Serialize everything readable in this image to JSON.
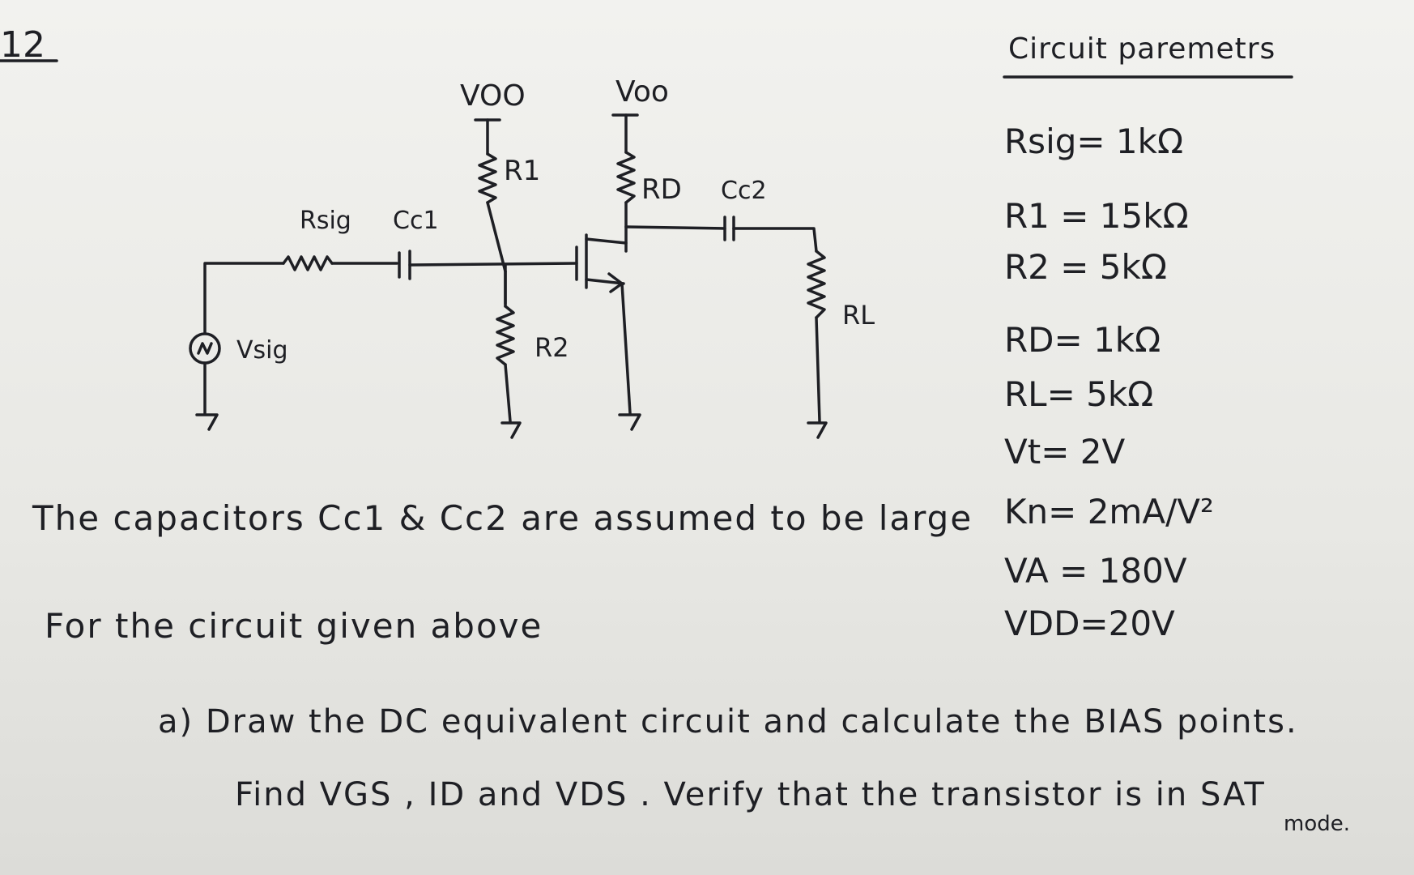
{
  "problem_number": "12",
  "circuit": {
    "vdd_left": "VOO",
    "vdd_right": "Voo",
    "r1": "R1",
    "rd": "RD",
    "cc2": "Cc2",
    "rsig": "Rsig",
    "cc1": "Cc1",
    "r2": "R2",
    "rl": "RL",
    "vsig": "Vsig"
  },
  "parameters": {
    "title": "Circuit paremetrs",
    "items": [
      "Rsig= 1kΩ",
      "R1 = 15kΩ",
      "R2 = 5kΩ",
      "RD= 1kΩ",
      "RL= 5kΩ",
      "Vt= 2V",
      "Kn= 2mA/V²",
      "VA = 180V",
      "VDD=20V"
    ]
  },
  "notes": {
    "line1": "The capacitors Cc1 & Cc2 are assumed to be large",
    "line2": "For the circuit given above"
  },
  "question": {
    "part_a": "a) Draw the DC equivalent circuit and calculate the BIAS points.",
    "part_a_line2": "Find VGS , ID and VDS . Verify that the transistor is in SAT",
    "part_a_line3": "mode."
  }
}
